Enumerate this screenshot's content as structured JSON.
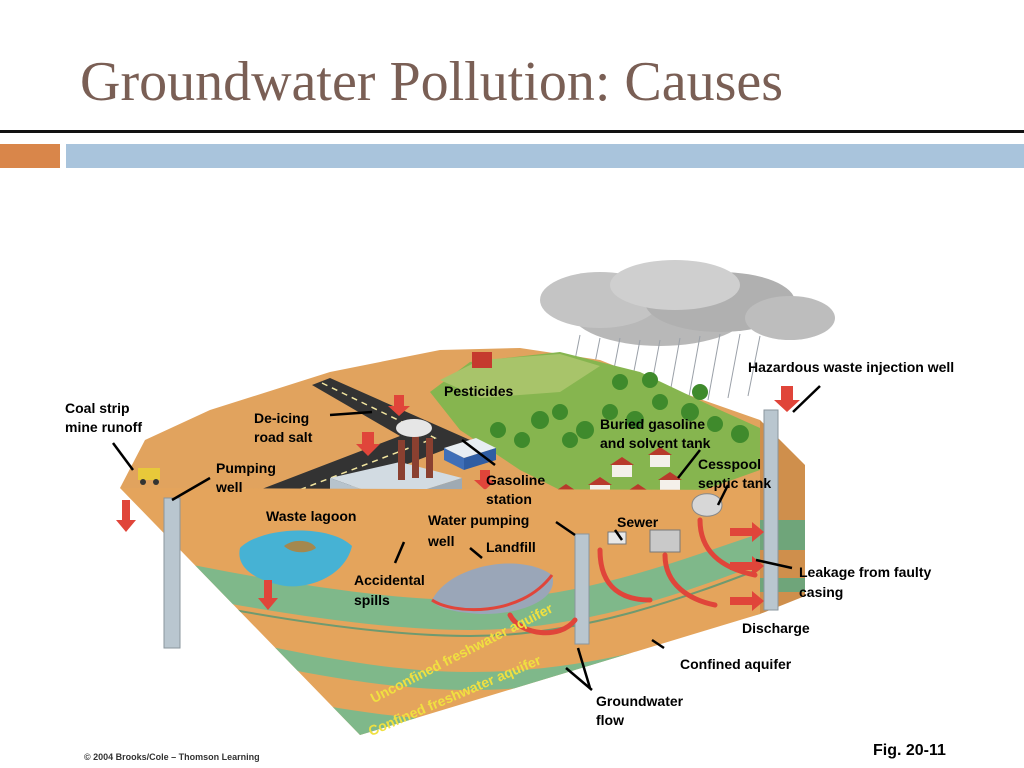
{
  "slide": {
    "title": "Groundwater Pollution:  Causes",
    "copyright": "© 2004 Brooks/Cole – Thomson Learning",
    "figure_ref": "Fig. 20-11"
  },
  "labels": {
    "coal_strip": [
      "Coal strip",
      "mine runoff"
    ],
    "deicing": [
      "De-icing",
      "road salt"
    ],
    "pesticides": "Pesticides",
    "buried_tank": [
      "Buried gasoline",
      "and solvent tank"
    ],
    "hazardous_well": "Hazardous waste injection well",
    "cesspool": [
      "Cesspool",
      "septic tank"
    ],
    "pumping_well": [
      "Pumping",
      "well"
    ],
    "gasoline_station": [
      "Gasoline",
      "station"
    ],
    "waste_lagoon": "Waste lagoon",
    "water_pumping_well": [
      "Water pumping",
      "well"
    ],
    "sewer": "Sewer",
    "landfill": "Landfill",
    "accidental_spills": [
      "Accidental",
      "spills"
    ],
    "leakage_casing": [
      "Leakage from faulty",
      "casing"
    ],
    "discharge": "Discharge",
    "confined_aquifer": "Confined aquifer",
    "groundwater_flow": [
      "Groundwater",
      "flow"
    ],
    "unconfined_freshwater": "Unconfined freshwater aquifer",
    "confined_freshwater": "Confined freshwater aquifer"
  },
  "colors": {
    "title": "#7a5f55",
    "accent_orange": "#d9864a",
    "accent_blue": "#a9c4dc",
    "soil": "#e4a45c",
    "grass": "#7fb24c",
    "aquifer_green": "#7fb88a",
    "flow_arrow": "#e0453a"
  }
}
